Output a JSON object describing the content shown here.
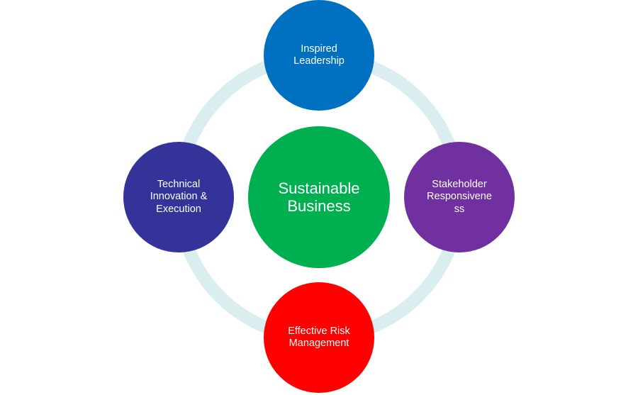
{
  "diagram": {
    "center": {
      "label": "Sustainable\nBusiness",
      "color": "#00b050"
    },
    "nodes": {
      "top": {
        "label": "Inspired\nLeadership",
        "color": "#0070c0"
      },
      "right": {
        "label": "Stakeholder\nResponsivene\nss",
        "color": "#7030a0"
      },
      "bottom": {
        "label": "Effective Risk\nManagement",
        "color": "#ff0000"
      },
      "left": {
        "label": "Technical\nInnovation  &\nExecution",
        "color": "#333399"
      }
    },
    "ring_color": "#daeef0"
  }
}
